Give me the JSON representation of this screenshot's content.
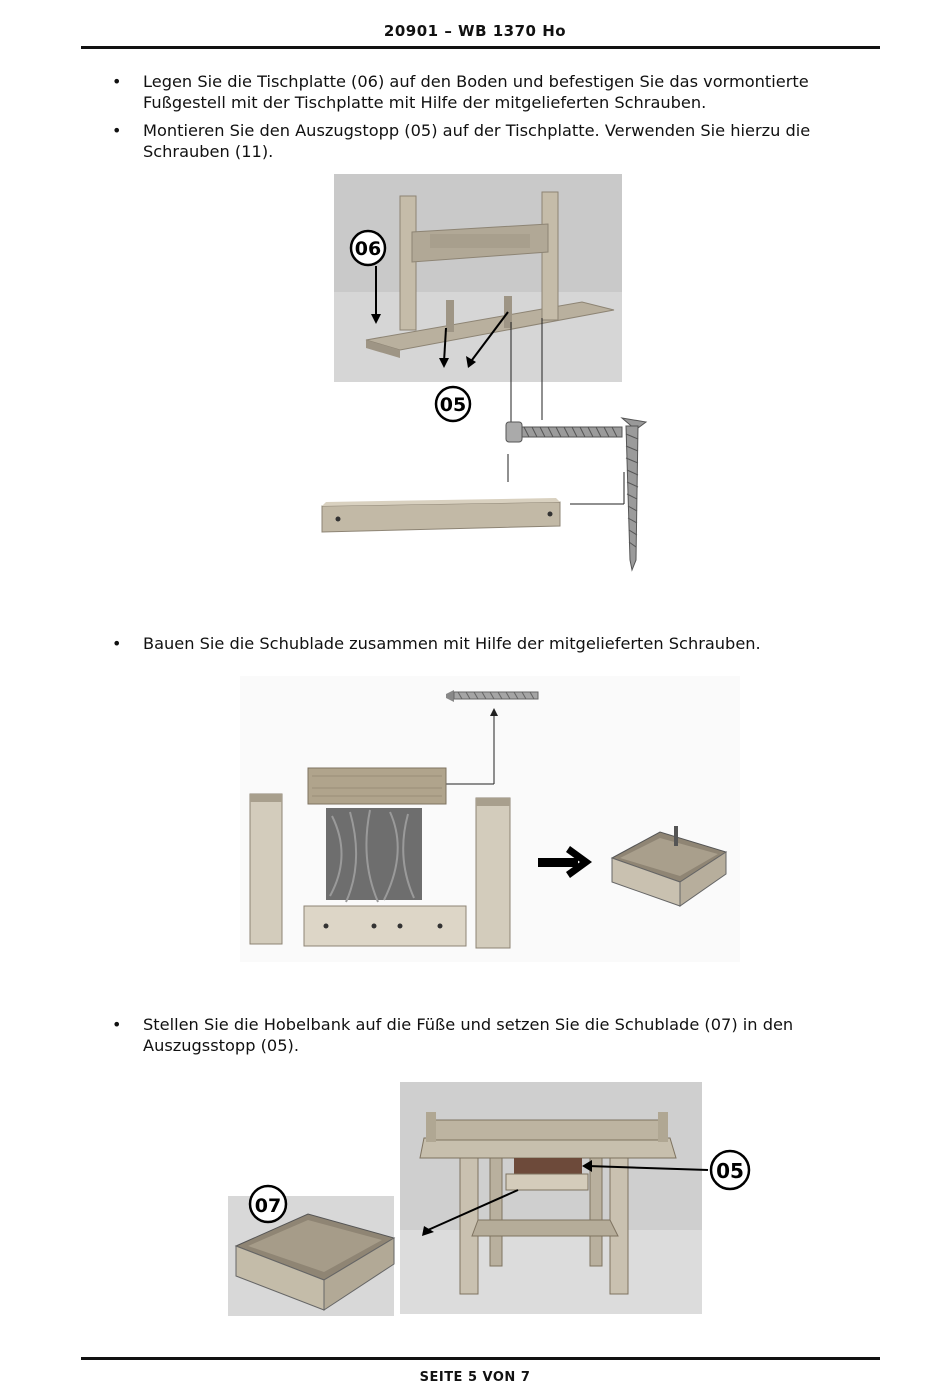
{
  "header": {
    "title": "20901 – WB 1370 Ho"
  },
  "bullets": [
    {
      "symbol": "•",
      "text": "Legen Sie die Tischplatte (06) auf den Boden und befestigen Sie das vormontierte Fußgestell mit der Tischplatte mit Hilfe der mitgelieferten Schrauben."
    },
    {
      "symbol": "•",
      "text": "Montieren Sie den Auszugstopp (05) auf der Tischplatte. Verwenden Sie hierzu die Schrauben (11)."
    },
    {
      "symbol": "•",
      "text": "Bauen Sie die Schublade zusammen mit Hilfe der mitgelieferten Schrauben."
    },
    {
      "symbol": "•",
      "text": "Stellen Sie die Hobelbank auf die Füße und setzen Sie die Schublade (07) in den Auszugsstopp (05)."
    }
  ],
  "figures": {
    "fig1": {
      "label_top": "06",
      "label_bottom": "05"
    },
    "fig3": {
      "label_left": "07",
      "label_right": "05"
    }
  },
  "footer": {
    "page": "SEITE 5 VON 7"
  },
  "colors": {
    "text": "#111111",
    "photo_bg": "#c9c9c9",
    "wood": "#b9b09e",
    "wood_dark": "#8d8474"
  }
}
